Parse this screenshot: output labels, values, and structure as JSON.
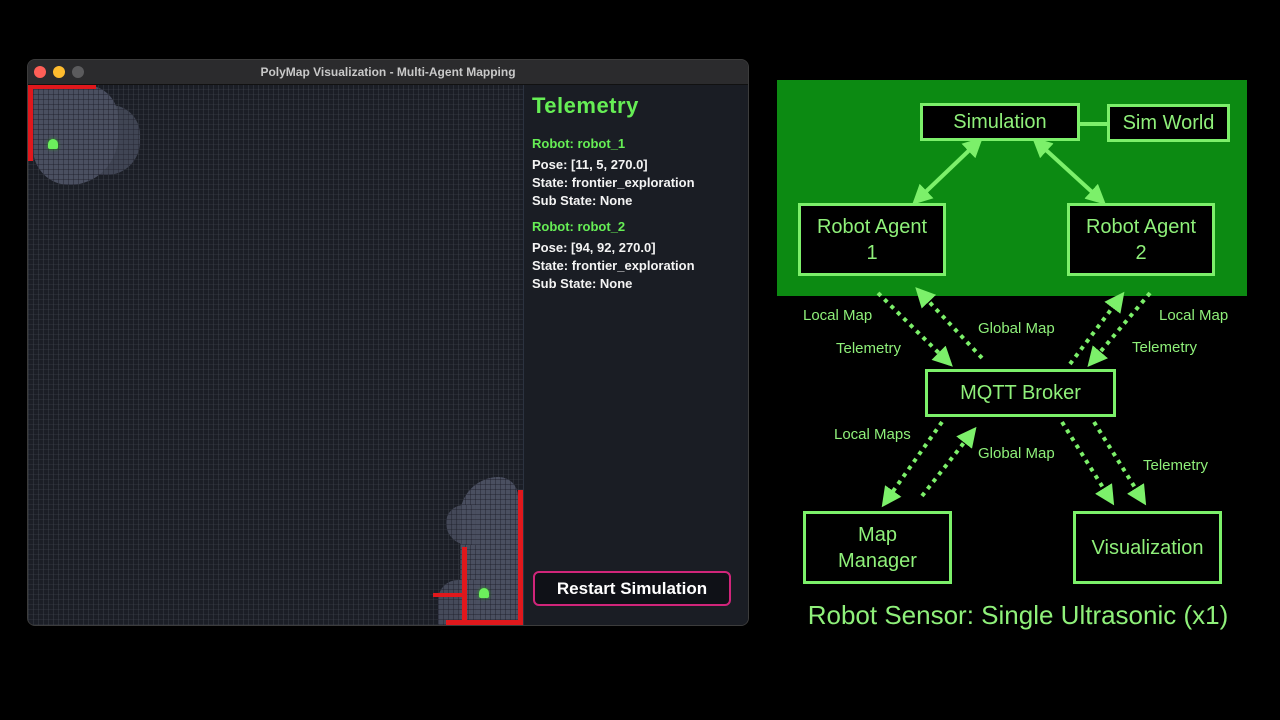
{
  "window": {
    "title": "PolyMap Visualization - Multi-Agent Mapping",
    "controls": [
      "close",
      "minimize",
      "maximize"
    ]
  },
  "telemetry": {
    "title": "Telemetry",
    "robots": [
      {
        "name": "Robot: robot_1",
        "pose": "Pose: [11, 5, 270.0]",
        "state": "State: frontier_exploration",
        "sub_state": "Sub State: None"
      },
      {
        "name": "Robot: robot_2",
        "pose": "Pose: [94, 92, 270.0]",
        "state": "State: frontier_exploration",
        "sub_state": "Sub State: None"
      }
    ],
    "restart_button": "Restart Simulation"
  },
  "map_colors": {
    "background": "#1b1e26",
    "explored": "#4a4f60",
    "obstacle": "#e0181c",
    "robot": "#6cf05c"
  },
  "diagram": {
    "nodes": {
      "simulation": "Simulation",
      "sim_world": "Sim World",
      "robot_agent_1": "Robot Agent\n1",
      "robot_agent_2": "Robot Agent\n2",
      "mqtt_broker": "MQTT Broker",
      "map_manager": "Map\nManager",
      "visualization": "Visualization"
    },
    "edge_labels": {
      "local_map_left": "Local Map",
      "telemetry_left": "Telemetry",
      "global_map_top": "Global Map",
      "local_map_right": "Local Map",
      "telemetry_right": "Telemetry",
      "local_maps": "Local Maps",
      "global_map_bottom": "Global Map",
      "telemetry_bottom": "Telemetry"
    },
    "caption": "Robot Sensor: Single Ultrasonic (x1)",
    "colors": {
      "accent": "#7cf06a",
      "region": "#0c8a12",
      "node_fill": "#000000"
    }
  }
}
